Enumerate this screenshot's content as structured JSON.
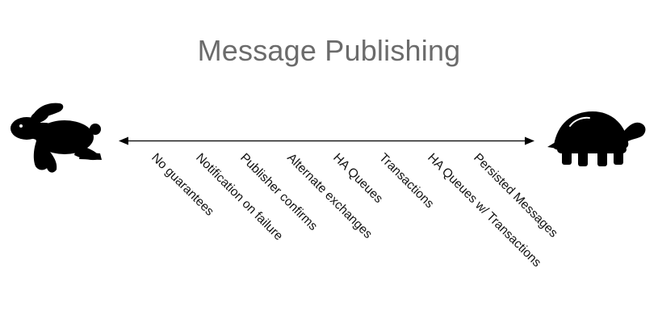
{
  "title": "Message Publishing",
  "icons": {
    "left": "rabbit-icon",
    "right": "turtle-icon"
  },
  "colors": {
    "title": "#6b6b6b",
    "ink": "#000000"
  },
  "spectrum": {
    "arrow": "double-headed",
    "labels": [
      "No guarantees",
      "Notification on failure",
      "Publisher confirms",
      "Alternate exchanges",
      "HA Queues",
      "Transactions",
      "HA Queues w/ Transactions",
      "Persisted Messages"
    ]
  }
}
